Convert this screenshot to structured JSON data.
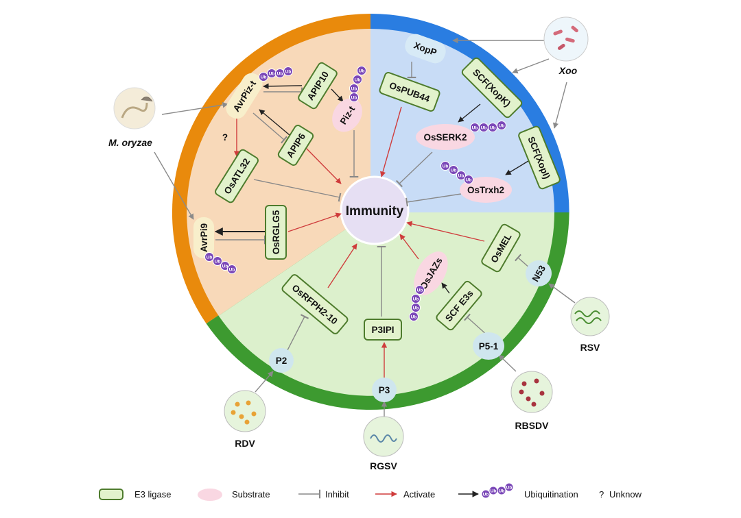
{
  "colors": {
    "magnaporthe_ring": "#e98a0c",
    "magnaporthe_fill": "#f8d9b9",
    "xoo_ring": "#2a7de1",
    "xoo_fill": "#c8dcf6",
    "virus_ring": "#3d9a30",
    "virus_fill": "#dcf0cc",
    "e3_fill": "#e2f2cc",
    "e3_stroke": "#4e7c2d",
    "substrate_fill": "#f9d7e2",
    "effector_fill": "#f8efcb",
    "virus_protein_fill": "#cfe6ee",
    "immunity_fill": "#e6dff3",
    "ub_fill": "#7b48b8",
    "activate": "#cf3c3c",
    "inhibit": "#888888"
  },
  "center": {
    "label": "Immunity"
  },
  "pathogens": {
    "m_oryzae": "M. oryzae",
    "xoo": "Xoo",
    "rsv": "RSV",
    "rbsdv": "RBSDV",
    "rgsv": "RGSV",
    "rdv": "RDV"
  },
  "nodes": {
    "avrpiz_t": "AvrPiz-t",
    "apip10": "APIP10",
    "piz_t": "Piz-t",
    "apip6": "APIP6",
    "osatl32": "OsATL32",
    "osrglg5": "OsRGLG5",
    "avrpi9": "AvrPi9",
    "xopp": "XopP",
    "ospub44": "OsPUB44",
    "scf_xopk": "SCF(XopK)",
    "osserk2": "OsSERK2",
    "scf_xopi": "SCF(XopI)",
    "ostrxh2": "OsTrxh2",
    "osmel": "OsMEL",
    "n53": "N53",
    "osjazs": "OsJAZs",
    "scf_e3s": "SCF E3s",
    "p5_1": "P5-1",
    "p3ipi": "P3IPI",
    "p3": "P3",
    "osrfph2_10": "OsRFPH2-10",
    "p2": "P2"
  },
  "ub_label": "Ub",
  "question_mark": "?",
  "legend": {
    "e3": "E3 ligase",
    "substrate": "Substrate",
    "inhibit": "Inhibit",
    "activate": "Activate",
    "ubiquitination": "Ubiquitination",
    "unknown": "Unknow",
    "unknown_symbol": "?"
  }
}
